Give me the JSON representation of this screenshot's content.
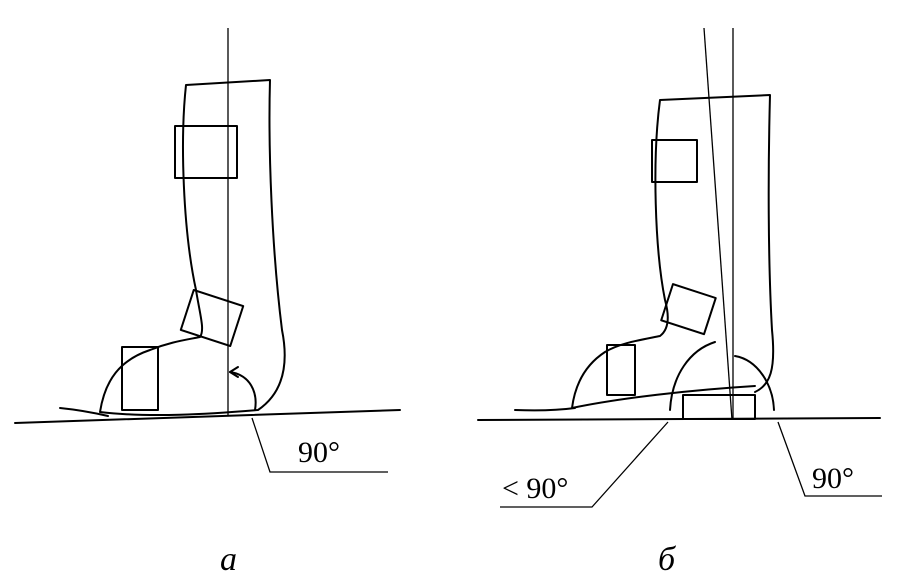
{
  "figure_a": {
    "caption": "а",
    "angle_label": "90°"
  },
  "figure_b": {
    "caption": "б",
    "angle_left_label": "< 90°",
    "angle_right_label": "90°"
  }
}
